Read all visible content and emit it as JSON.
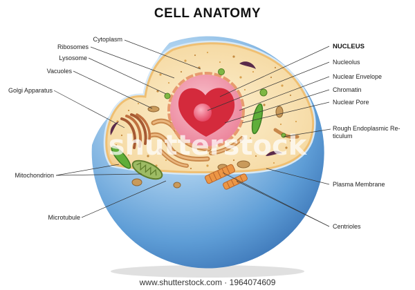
{
  "title": "CELL ANATOMY",
  "labels": {
    "cytoplasm": "Cytoplasm",
    "ribosomes": "Ribosomes",
    "lysosome": "Lysosome",
    "vacuoles": "Vacuoles",
    "golgi": "Golgi Apparatus",
    "mitochondrion": "Mitochondrion",
    "microtubule": "Microtubule",
    "nucleus": "NUCLEUS",
    "nucleolus": "Nucleolus",
    "nuclear_envelope": "Nuclear Envelope",
    "chromatin": "Chromatin",
    "nuclear_pore": "Nuclear Pore",
    "rer_line1": "Rough Endoplasmic Re-",
    "rer_line2": "ticulum",
    "plasma_membrane": "Plasma Membrane",
    "centrioles": "Centrioles"
  },
  "watermark": "shutterstock",
  "footer": "www.shutterstock.com · 1964074609",
  "colors": {
    "nucleus": "#f29aae",
    "chromatin": "#d42a3c",
    "mitochondria_green": "#5fae3a",
    "er_orange": "#c8874a",
    "centriole_orange": "#ec9645"
  }
}
